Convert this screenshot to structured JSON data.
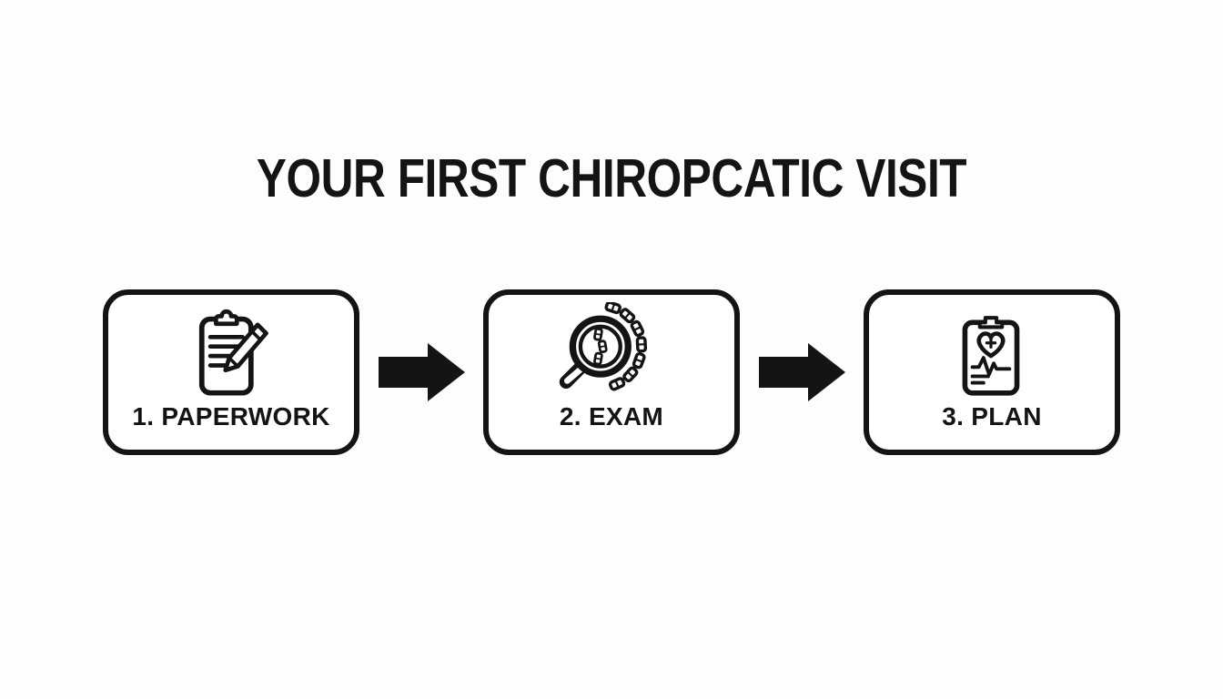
{
  "title": "YOUR FIRST CHIROPCATIC VISIT",
  "steps": [
    {
      "label": "1. PAPERWORK",
      "icon": "clipboard-pencil-icon"
    },
    {
      "label": "2. EXAM",
      "icon": "magnifier-spine-icon"
    },
    {
      "label": "3. PLAN",
      "icon": "health-plan-clipboard-icon"
    }
  ],
  "connectors": [
    {
      "icon": "arrow-right-icon"
    },
    {
      "icon": "arrow-right-icon"
    }
  ],
  "colors": {
    "ink": "#141414",
    "background": "#fdfdfd",
    "card_background": "#ffffff"
  }
}
